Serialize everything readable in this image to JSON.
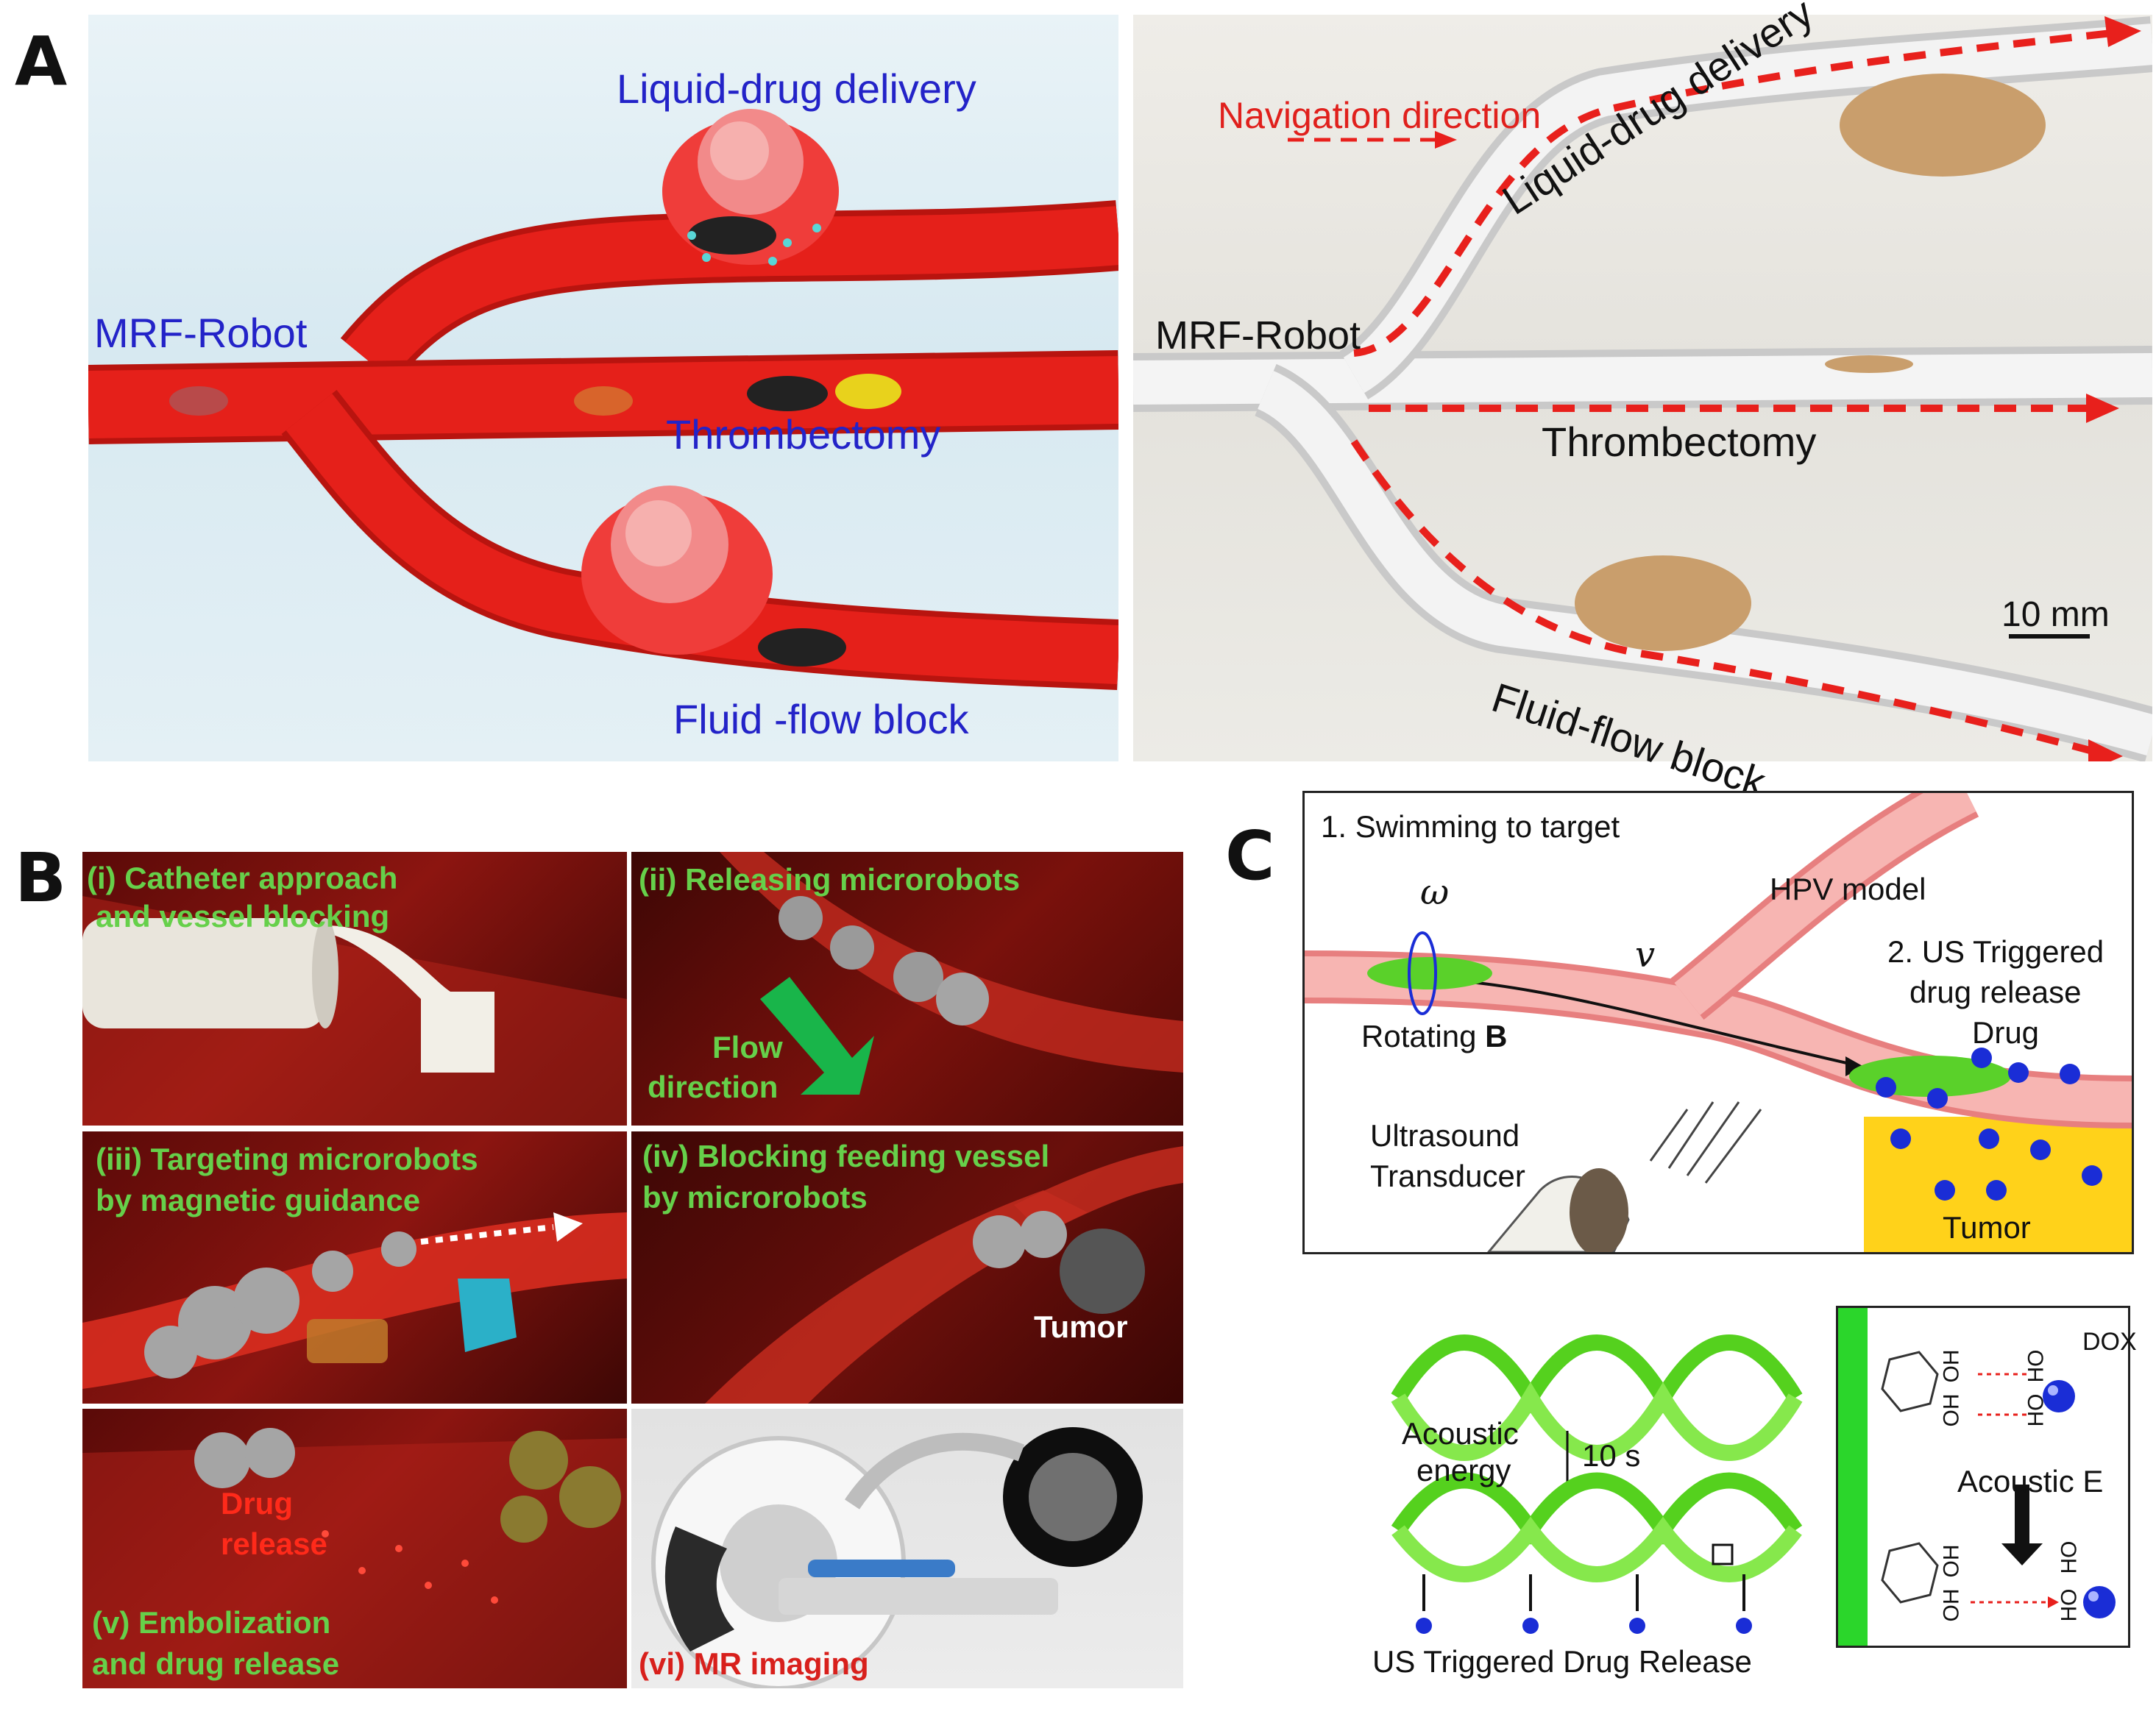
{
  "panels": {
    "a": "A",
    "b": "B",
    "c": "C"
  },
  "panel_a_left": {
    "liquid_drug": "Liquid-drug delivery",
    "robot": "MRF-Robot",
    "thrombectomy": "Thrombectomy",
    "fluid_block": "Fluid -flow block"
  },
  "panel_a_right": {
    "navigation": "Navigation direction",
    "liquid_drug": "Liquid-drug delivery",
    "robot": "MRF-Robot",
    "thrombectomy": "Thrombectomy",
    "fluid_block": "Fluid-flow block",
    "scale": "10 mm"
  },
  "panel_b": {
    "step1_line1": "(i)  Catheter  approach",
    "step1_line2": "and  vessel  blocking",
    "step2": "(ii) Releasing microrobots",
    "flow_line1": "Flow",
    "flow_line2": "direction",
    "step3_line1": "(iii) Targeting microrobots",
    "step3_line2": "by magnetic guidance",
    "step4_line1": "(iv) Blocking feeding vessel",
    "step4_line2": "by microrobots",
    "tumor": "Tumor",
    "drug_line1": "Drug",
    "drug_line2": "release",
    "step5_line1": "(v) Embolization",
    "step5_line2": "and drug release",
    "step6": "(vi) MR imaging"
  },
  "panel_c": {
    "step1": "1. Swimming to target",
    "omega": "ω",
    "v": "v",
    "hpv": "HPV model",
    "step2_line1": "2. US Triggered",
    "step2_line2": "drug release",
    "drug": "Drug",
    "rotating": "Rotating ",
    "rotating_b": "B",
    "us_line1": "Ultrasound",
    "us_line2": "Transducer",
    "tumor": "Tumor",
    "acoustic_line1": "Acoustic",
    "acoustic_line2": "energy",
    "time": "10 s",
    "release": "US Triggered Drug Release",
    "dox": "DOX",
    "acoustic_e": "Acoustic E",
    "oh": "OH",
    "ho": "HO"
  },
  "colors": {
    "vessel": "#e5201a",
    "label_blue": "#2323c8",
    "arrow_red": "#e8201c",
    "step_green": "#66d04a",
    "helix_green": "#55d11e",
    "tumor_yellow": "#ffd21a",
    "drug_blue": "#1a2dd6"
  }
}
